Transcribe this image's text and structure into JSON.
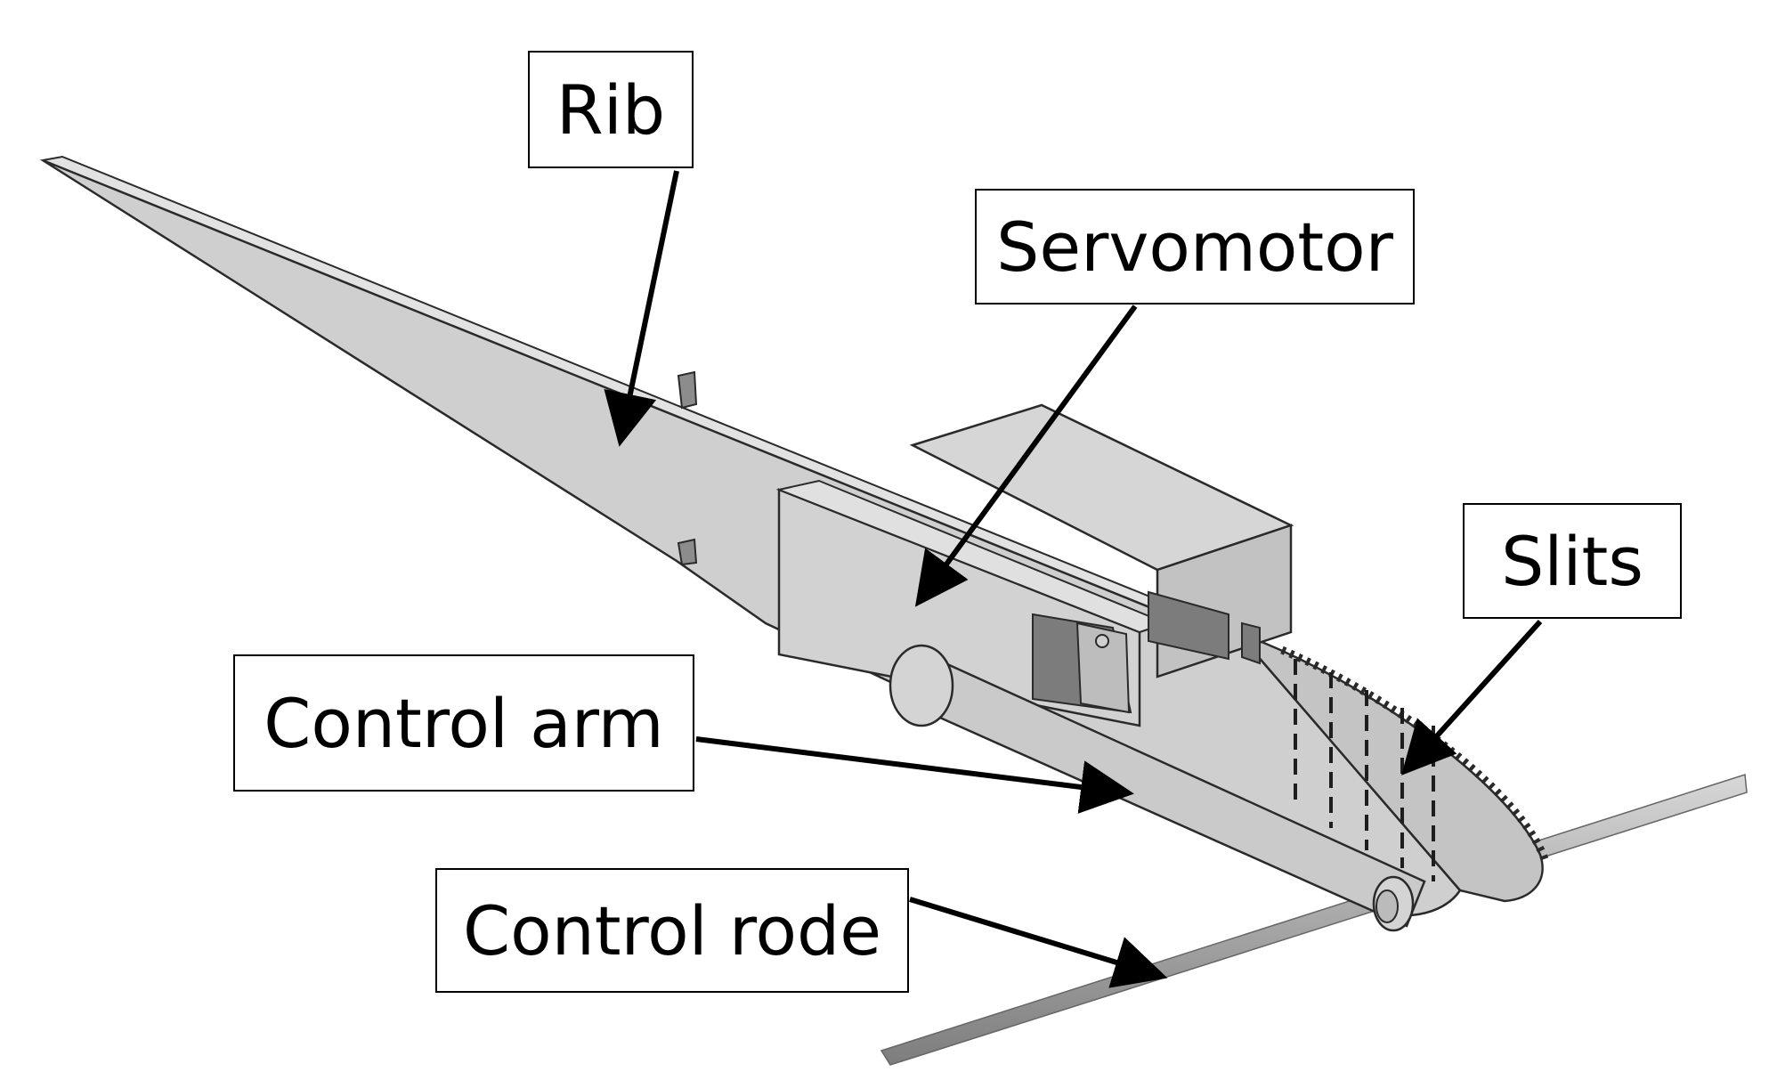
{
  "labels": {
    "rib": "Rib",
    "servomotor": "Servomotor",
    "slits": "Slits",
    "control_arm": "Control arm",
    "control_rode": "Control rode"
  },
  "colors": {
    "part_fill": "#cfcfcf",
    "part_dark": "#8c8c8c",
    "part_mid": "#b4b4b4",
    "edge": "#2a2a2a",
    "rod": "#a9a9a9",
    "arrow": "#000000"
  }
}
